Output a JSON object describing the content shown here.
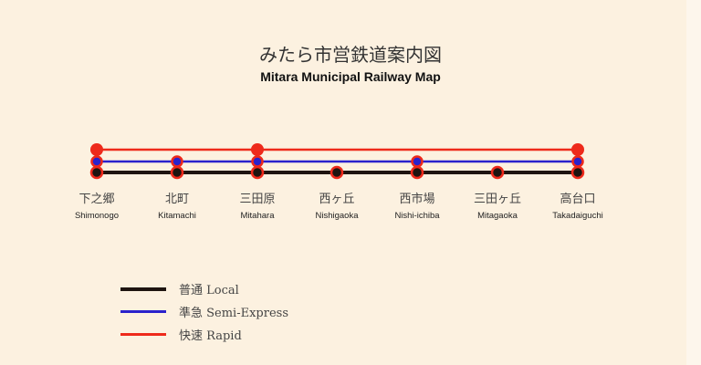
{
  "title": "みたら市営鉄道案内図",
  "subtitle": "Mitara Municipal Railway Map",
  "stations": [
    {
      "ja": "下之郷",
      "en": "Shimonogo"
    },
    {
      "ja": "北町",
      "en": "Kitamachi"
    },
    {
      "ja": "三田原",
      "en": "Mitahara"
    },
    {
      "ja": "西ヶ丘",
      "en": "Nishigaoka"
    },
    {
      "ja": "西市場",
      "en": "Nishi-ichiba"
    },
    {
      "ja": "三田ヶ丘",
      "en": "Mitagaoka"
    },
    {
      "ja": "高台口",
      "en": "Takadaiguchi"
    }
  ],
  "lines": [
    {
      "name": "Rapid",
      "color": "#ee2a1b",
      "stops": [
        0,
        2,
        6
      ]
    },
    {
      "name": "Semi-Express",
      "color": "#2a22cc",
      "stops": [
        0,
        1,
        2,
        4,
        6
      ]
    },
    {
      "name": "Local",
      "color": "#1e1410",
      "stops": [
        0,
        1,
        2,
        3,
        4,
        5,
        6
      ]
    }
  ],
  "legend": [
    {
      "label": "普通 Local",
      "color": "#1e1410"
    },
    {
      "label": "準急 Semi-Express",
      "color": "#2a22cc"
    },
    {
      "label": "快速 Rapid",
      "color": "#ee2a1b"
    }
  ]
}
